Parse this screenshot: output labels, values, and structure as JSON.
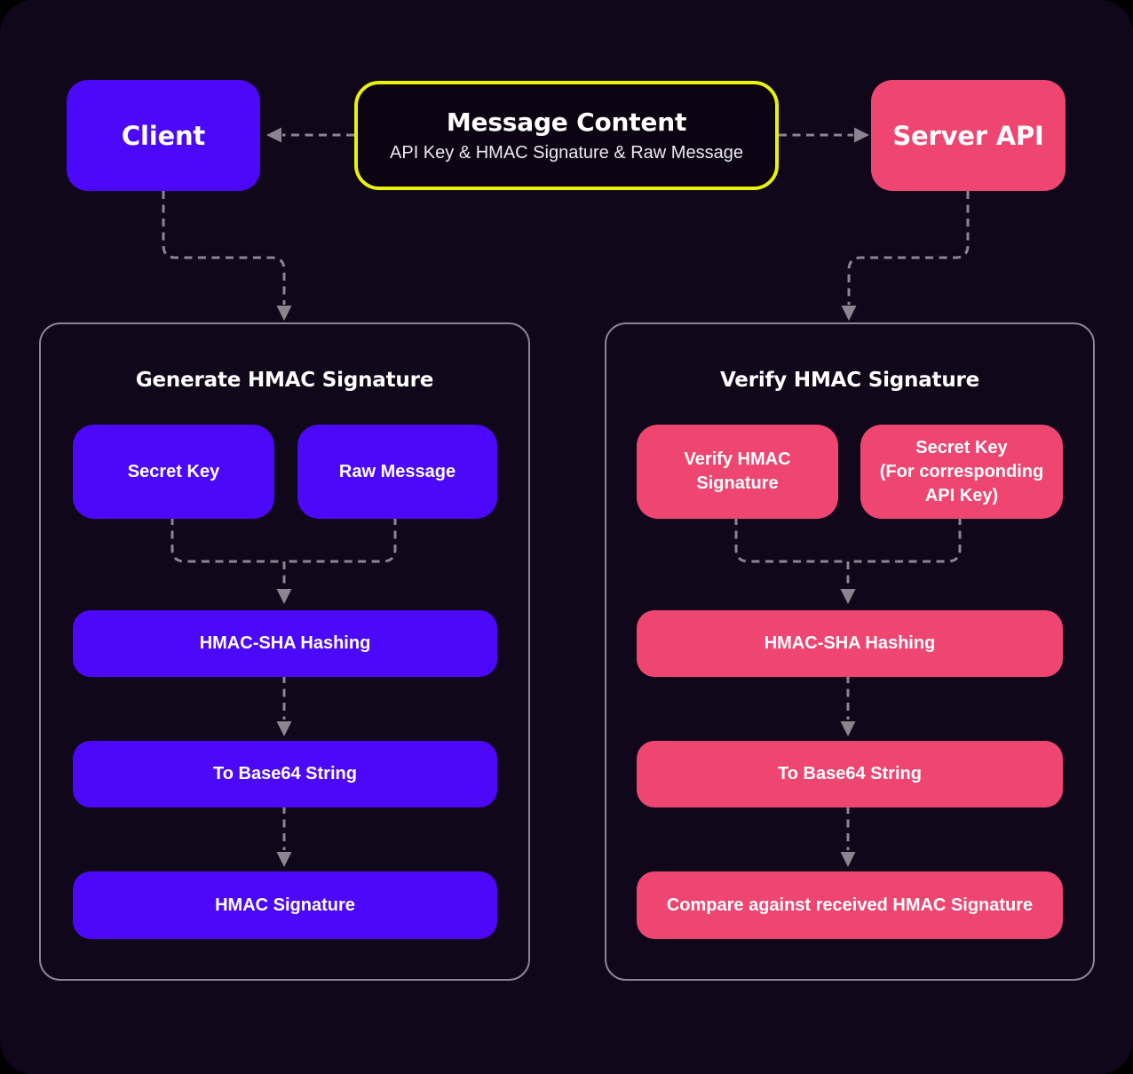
{
  "colors": {
    "page": "#000000",
    "canvas": "#10071a",
    "purple": "#4c08f8",
    "pink": "#ef4571",
    "yellow": "#e9f207",
    "line": "#8b8592",
    "message_bg": "#0c0412",
    "panel_border": "#8b8592",
    "text": "#ffffff",
    "subtext": "#ece9f1"
  },
  "top_row": {
    "client": {
      "label": "Client"
    },
    "message": {
      "title": "Message Content",
      "subtitle": "API Key & HMAC Signature & Raw Message"
    },
    "server": {
      "label": "Server API"
    }
  },
  "generate_panel": {
    "title": "Generate HMAC Signature",
    "inputs": [
      {
        "label": "Secret Key"
      },
      {
        "label": "Raw Message"
      }
    ],
    "steps": [
      {
        "label": "HMAC-SHA Hashing"
      },
      {
        "label": "To Base64 String"
      },
      {
        "label": "HMAC Signature"
      }
    ]
  },
  "verify_panel": {
    "title": "Verify HMAC Signature",
    "inputs": [
      {
        "label": "Verify HMAC\nSignature"
      },
      {
        "label": "Secret Key\n(For corresponding\nAPI Key)"
      }
    ],
    "steps": [
      {
        "label": "HMAC-SHA Hashing"
      },
      {
        "label": "To Base64 String"
      },
      {
        "label": "Compare against received HMAC Signature"
      }
    ]
  }
}
